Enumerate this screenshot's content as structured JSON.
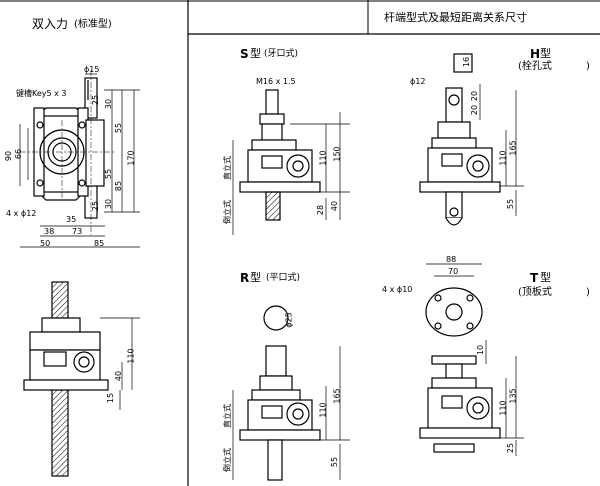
{
  "left_panel": {
    "title": "双入力",
    "subtitle": "(标准型)",
    "top_view": {
      "dims": {
        "phi15": "ϕ15",
        "key": "键槽Key5 x 3",
        "d25": "25",
        "d30a": "30",
        "d55a": "55",
        "d170": "170",
        "d90": "90",
        "d66": "66",
        "d55b": "55",
        "d85": "85",
        "d30b": "30",
        "d25b": "25",
        "holes": "4 x ϕ12",
        "d35": "35",
        "d38": "38",
        "d73": "73",
        "d50": "50",
        "d85b": "85"
      }
    },
    "side_view": {
      "dims": {
        "d110": "110",
        "d40": "40",
        "d15": "15"
      }
    }
  },
  "right_panel": {
    "header": "杆端型式及最短距离关系尺寸",
    "s_type": {
      "label": "S",
      "label_suffix": "型",
      "desc": "(牙口式)",
      "thread": "M16 x 1.5",
      "d110": "110",
      "d150": "150",
      "d28": "28",
      "d40": "40",
      "upright": "直立式",
      "inverted": "倒立式"
    },
    "h_type": {
      "label": "H",
      "label_suffix": "型",
      "desc": "(栓孔式",
      "desc_close": ")",
      "phi12": "ϕ12",
      "d16": "16",
      "d20": "20",
      "d20b": "20",
      "d110": "110",
      "d165": "165",
      "d55": "55"
    },
    "r_type": {
      "label": "R",
      "label_suffix": "型",
      "desc": "(平口式)",
      "phi25": "ϕ25",
      "d110": "110",
      "d165": "165",
      "d55": "55",
      "upright": "直立式",
      "inverted": "倒立式"
    },
    "t_type": {
      "label": "T",
      "label_suffix": "型",
      "desc": "(顶板式",
      "desc_close": ")",
      "d88": "88",
      "d70": "70",
      "holes": "4 x ϕ10",
      "d10": "10",
      "d110": "110",
      "d135": "135",
      "d25": "25"
    }
  }
}
